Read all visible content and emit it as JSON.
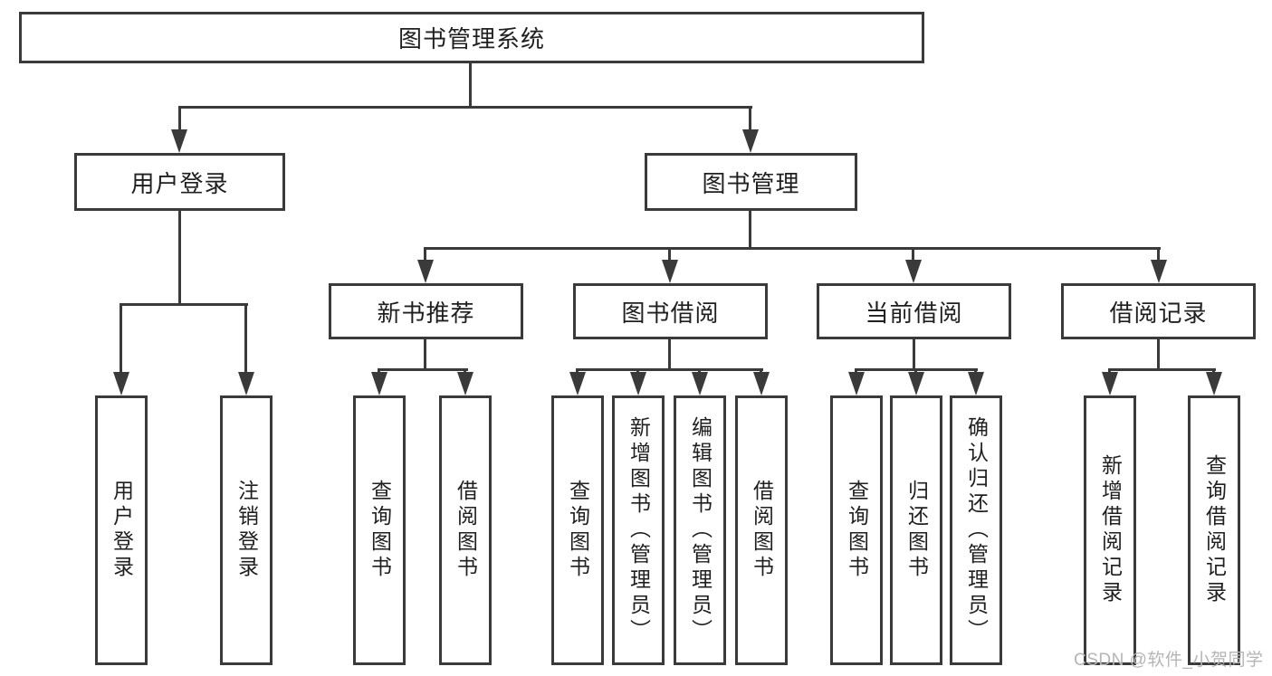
{
  "diagram": {
    "root": {
      "label": "图书管理系统"
    },
    "level2": [
      {
        "id": "user-login",
        "label": "用户登录"
      },
      {
        "id": "book-management",
        "label": "图书管理"
      }
    ],
    "level3": [
      {
        "id": "new-book-recommend",
        "label": "新书推荐"
      },
      {
        "id": "book-borrowing",
        "label": "图书借阅"
      },
      {
        "id": "current-borrowing",
        "label": "当前借阅"
      },
      {
        "id": "borrowing-records",
        "label": "借阅记录"
      }
    ],
    "leaves": {
      "user_login": [
        "用户登录",
        "注销登录"
      ],
      "new_book_recommend": [
        "查询图书",
        "借阅图书"
      ],
      "book_borrowing": [
        "查询图书",
        "新增图书（管理员）",
        "编辑图书（管理员）",
        "借阅图书"
      ],
      "current_borrowing": [
        "查询图书",
        "归还图书",
        "确认归还（管理员）"
      ],
      "borrowing_records": [
        "新增借阅记录",
        "查询借阅记录"
      ]
    }
  },
  "watermark": {
    "text": "CSDN @软件_小贺同学"
  },
  "colors": {
    "line": "#3a3a3a",
    "text": "#1f1f1f",
    "watermark": "#b5b5b5",
    "background": "#ffffff"
  }
}
